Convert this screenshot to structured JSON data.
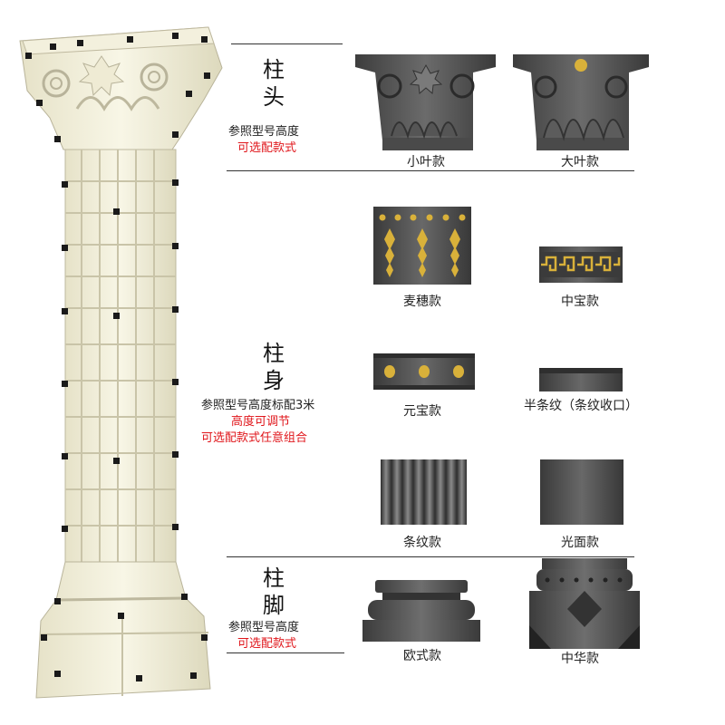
{
  "sections": {
    "capital": {
      "title_line1": "柱",
      "title_line2": "头",
      "desc": "参照型号高度",
      "note": "可选配款式",
      "options": [
        "小叶款",
        "大叶款"
      ]
    },
    "shaft": {
      "title_line1": "柱",
      "title_line2": "身",
      "desc": "参照型号高度标配3米",
      "note_line1": "高度可调节",
      "note_line2": "可选配款式任意组合",
      "options": [
        "麦穗款",
        "中宝款",
        "元宝款",
        "半条纹（条纹收口）",
        "条纹款",
        "光面款"
      ]
    },
    "base": {
      "title_line1": "柱",
      "title_line2": "脚",
      "desc": "参照型号高度",
      "note": "可选配款式",
      "options": [
        "欧式款",
        "中华款"
      ]
    }
  },
  "colors": {
    "mold_white": "#f1eed8",
    "clip_black": "#1a1a1a",
    "stone_gray": "#5a5a5a",
    "gold": "#d9b13a",
    "note_red": "#e0161b"
  }
}
